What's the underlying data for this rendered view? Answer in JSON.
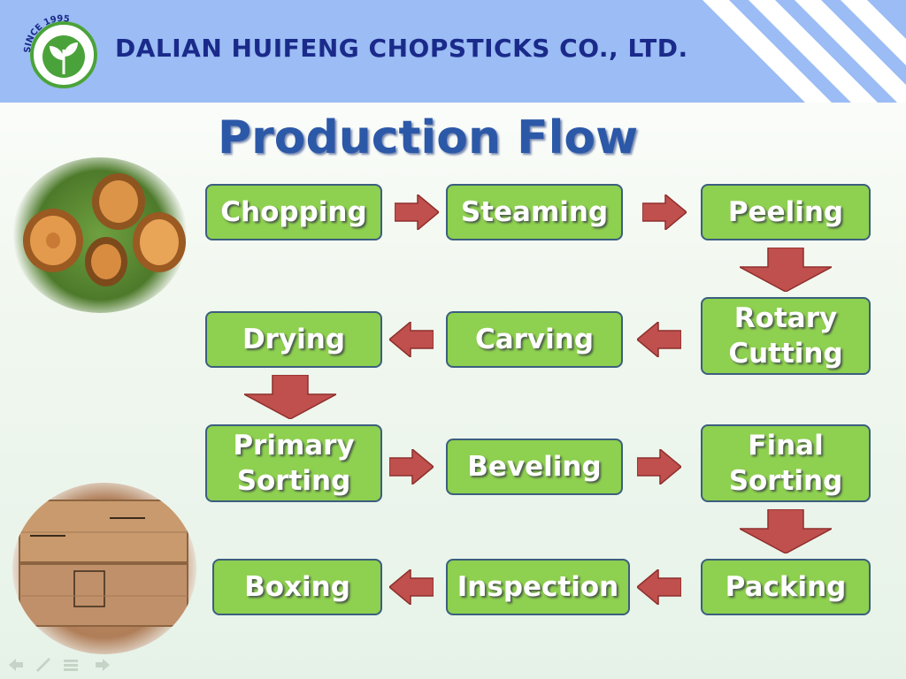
{
  "header": {
    "company_name": "DALIAN HUIFENG CHOPSTICKS CO., LTD.",
    "logo_text": "SINCE 1995"
  },
  "title": "Production Flow",
  "steps": [
    "Chopping",
    "Steaming",
    "Peeling",
    "Rotary Cutting",
    "Carving",
    "Drying",
    "Primary Sorting",
    "Beveling",
    "Final Sorting",
    "Packing",
    "Inspection",
    "Boxing"
  ],
  "colors": {
    "header_bg": "#9bbcf4",
    "company_text": "#1a2a8a",
    "title_text": "#2c58a8",
    "step_fill": "#8ed04f",
    "step_border": "#3b5f7e",
    "arrow_fill": "#c0504d"
  },
  "images": [
    "wood-logs-photo",
    "cardboard-boxes-photo"
  ],
  "nav_icons": [
    "prev-icon",
    "pen-icon",
    "menu-icon",
    "next-icon"
  ]
}
